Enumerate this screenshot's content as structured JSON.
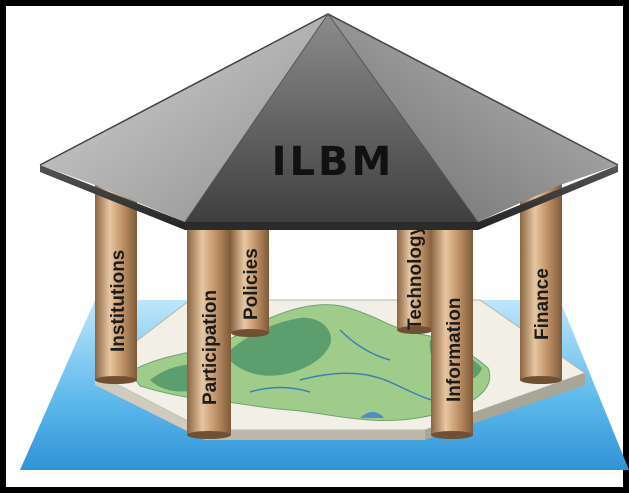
{
  "diagram": {
    "title": "ILBM",
    "pillars": [
      {
        "id": "institutions",
        "label": "Institutions"
      },
      {
        "id": "participation",
        "label": "Participation"
      },
      {
        "id": "policies",
        "label": "Policies"
      },
      {
        "id": "technology",
        "label": "Technology"
      },
      {
        "id": "information",
        "label": "Information"
      },
      {
        "id": "finance",
        "label": "Finance"
      }
    ],
    "colors": {
      "water": "#3aa7e0",
      "roof_light": "#c9c9c9",
      "roof_dark": "#5a5a5a",
      "pillar": "#c9a07a",
      "map_land": "#9fcc8a",
      "map_dark": "#5c9e6e"
    }
  }
}
